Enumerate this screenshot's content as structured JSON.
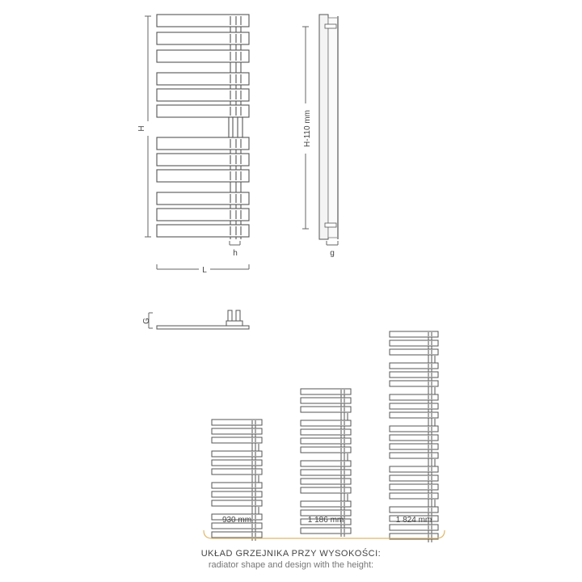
{
  "dimensions": {
    "height": "H",
    "pipe_offset": "h",
    "length": "L",
    "depth": "g",
    "side_height": "H-110 mm",
    "connection": "G"
  },
  "variants": [
    {
      "label": "930 mm"
    },
    {
      "label": "1 186 mm"
    },
    {
      "label": "1 824 mm"
    }
  ],
  "caption": {
    "line1": "UKŁAD GRZEJNIKA PRZY WYSOKOŚCI:",
    "line2": "radiator shape and design with the height:"
  },
  "colors": {
    "stroke": "#555555",
    "accent_brace": "#e0b86a",
    "side_fill": "#f4f4f4"
  }
}
